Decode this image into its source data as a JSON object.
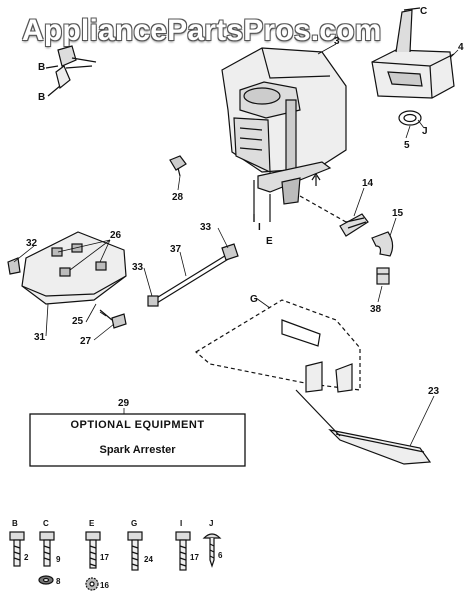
{
  "watermark": "AppliancePartsPros.com",
  "callouts": {
    "p3": "3",
    "p4": "4",
    "p5": "5",
    "p14": "14",
    "p15": "15",
    "p23": "23",
    "p25": "25",
    "p26": "26",
    "p27": "27",
    "p28": "28",
    "p29": "29",
    "p31": "31",
    "p32": "32",
    "p33a": "33",
    "p33b": "33",
    "p37": "37",
    "p38": "38",
    "B1": "B",
    "B2": "B",
    "C": "C",
    "J": "J",
    "I": "I",
    "E": "E",
    "G": "G"
  },
  "optional_box": {
    "title": "OPTIONAL EQUIPMENT",
    "subtitle": "Spark Arrester"
  },
  "fasteners": [
    {
      "letter": "B",
      "qty": "2"
    },
    {
      "letter": "C",
      "qty": "9"
    },
    {
      "letter": "E",
      "qty": "17"
    },
    {
      "letter": "G",
      "qty": "24"
    },
    {
      "letter": "I",
      "qty": "17"
    },
    {
      "letter": "J",
      "qty": "6"
    }
  ],
  "washers": [
    {
      "qty": "8"
    },
    {
      "qty": "16"
    }
  ]
}
